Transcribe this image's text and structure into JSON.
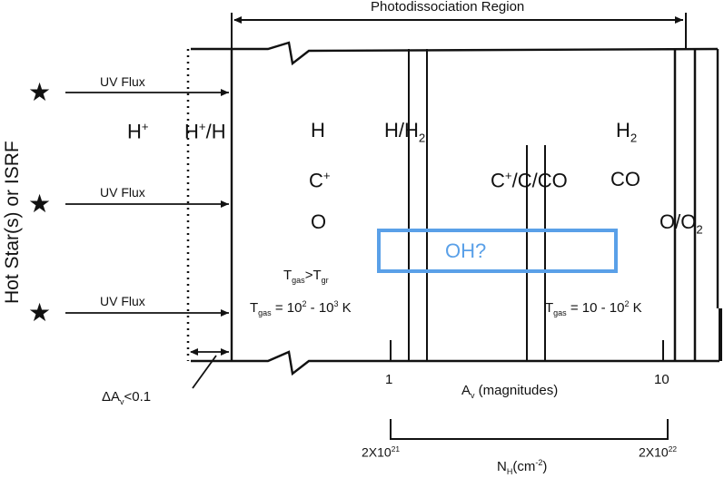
{
  "region_title": "Photodissociation Region",
  "y_axis_label": "Hot Star(s) or ISRF",
  "uv_flux": [
    "UV Flux",
    "UV Flux",
    "UV Flux"
  ],
  "zones": {
    "h_plus": "H",
    "h_plus_sup": "+",
    "h_plus_h_a": "H",
    "h_plus_h_sup": "+",
    "h_plus_h_b": "/H",
    "h": "H",
    "c_plus": "C",
    "c_plus_sup": "+",
    "o": "O",
    "h_h2_a": "H/H",
    "h_h2_sub": "2",
    "c_mix_a": "C",
    "c_mix_sup": "+",
    "c_mix_b": "/C/CO",
    "co": "CO",
    "h2_a": "H",
    "h2_sub": "2",
    "o_o2_a": "O/O",
    "o_o2_sub": "2"
  },
  "oh_label": "OH?",
  "temps": {
    "tgas_gt_tgr": {
      "t1": "T",
      "s1": "gas",
      "gt": ">T",
      "s2": "gr"
    },
    "left": {
      "t": "T",
      "s": "gas",
      "eq": " = 10",
      "e1": "2",
      "dash": " - 10",
      "e2": "3",
      "unit": " K"
    },
    "right": {
      "t": "T",
      "s": "gas",
      "eq": " = 10 - 10",
      "e": "2",
      "unit": " K"
    }
  },
  "av_axis": {
    "tick_1": "1",
    "tick_10": "10",
    "label_a": "A",
    "label_sub": "v",
    "label_b": " (magnitudes)"
  },
  "nh_axis": {
    "left_base": "2X10",
    "left_exp": "21",
    "right_base": "2X10",
    "right_exp": "22",
    "label_a": "N",
    "label_sub": "H",
    "label_b": "(cm",
    "label_exp": "-2",
    "label_c": ")"
  },
  "delta_av": {
    "a": "ΔA",
    "sub": "v",
    "b": "<0.1"
  },
  "colors": {
    "oh_box": "#5aa0e8",
    "ink": "#111111"
  }
}
